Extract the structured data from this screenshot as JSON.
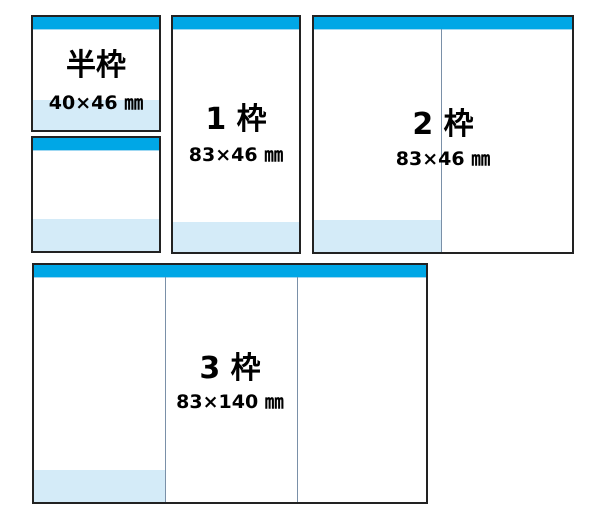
{
  "frames": {
    "half": {
      "title": "半枠",
      "size": "40×46 ㎜"
    },
    "one": {
      "title": "1 枠",
      "size": "83×46 ㎜"
    },
    "two": {
      "title": "2 枠",
      "size": "83×46 ㎜"
    },
    "three": {
      "title": "3 枠",
      "size": "83×140 ㎜"
    }
  },
  "colors": {
    "header": "#00a7e6",
    "light": "#d4ebf8"
  }
}
